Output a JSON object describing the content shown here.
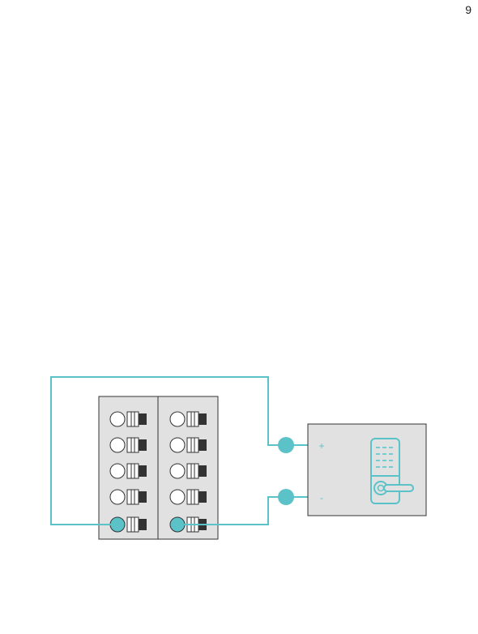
{
  "page": {
    "number": "9"
  },
  "terminal_block": {
    "columns": 2,
    "rows": 5,
    "wired_row": 5
  },
  "lock_unit": {
    "positive_label": "+",
    "negative_label": "-",
    "keypad_rows": 4,
    "keypad_columns": 3
  },
  "colors": {
    "wire": "#5bc2c8",
    "panel_fill": "#e1e1e1",
    "outline": "#333333",
    "connector_dark": "#333333",
    "background": "#ffffff"
  }
}
